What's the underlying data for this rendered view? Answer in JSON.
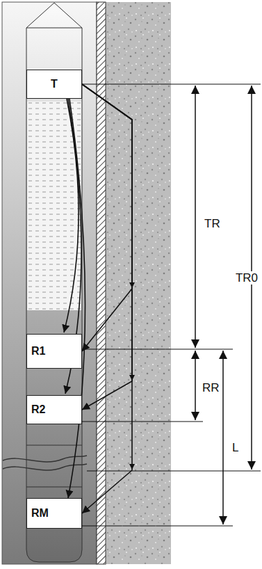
{
  "diagram": {
    "nodes": [
      {
        "text": [
          "T"
        ]
      },
      {
        "text": [
          "R1"
        ]
      },
      {
        "text": [
          "R2"
        ]
      },
      {
        "text": [
          "RM"
        ]
      }
    ],
    "edges": [
      {
        "from": 0,
        "to": 1,
        "arrow": "to"
      },
      {
        "from": 0,
        "to": 2,
        "arrow": "to"
      },
      {
        "from": 0,
        "to": 3,
        "arrow": "to"
      }
    ],
    "labels": [
      "TR",
      "RR",
      "TR0",
      "L"
    ]
  }
}
